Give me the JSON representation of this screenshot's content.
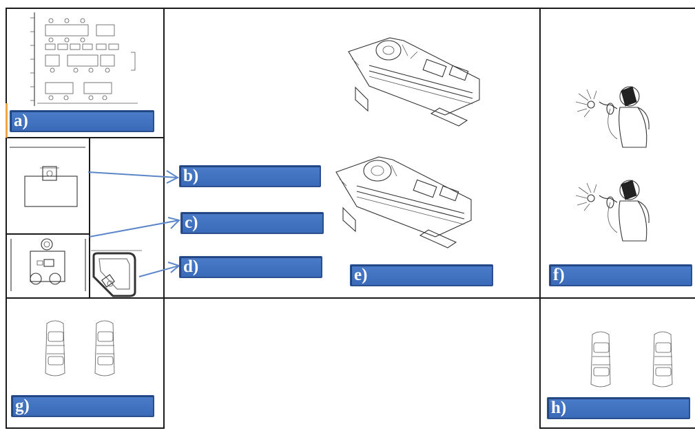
{
  "labels": [
    {
      "id": "a",
      "text": "a)"
    },
    {
      "id": "b",
      "text": "b)"
    },
    {
      "id": "c",
      "text": "c)"
    },
    {
      "id": "d",
      "text": "d)"
    },
    {
      "id": "e",
      "text": "e)"
    },
    {
      "id": "f",
      "text": "f)"
    },
    {
      "id": "g",
      "text": "g)"
    },
    {
      "id": "h",
      "text": "h)"
    }
  ],
  "colors": {
    "label_fill": "#3f71bf",
    "label_border": "#2a4f8f",
    "arrow": "#5b86c9",
    "grid_line": "#1a1a1a"
  },
  "icons": [
    "office-layout-icon",
    "table-plan-icon",
    "machine-plan-icon",
    "cornered-plan-icon",
    "lathe-machine-icon",
    "welder-icon",
    "car-top-view-icon"
  ]
}
